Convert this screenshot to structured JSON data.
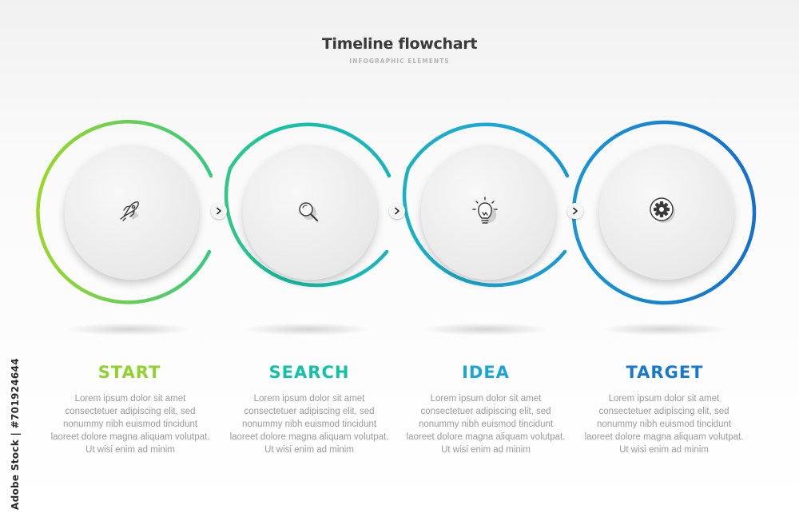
{
  "header": {
    "title": "Timeline flowchart",
    "subtitle": "INFOGRAPHIC ELEMENTS"
  },
  "steps": [
    {
      "label": "START",
      "icon": "rocket-icon",
      "color": "#8fd32b",
      "text": "Lorem ipsum dolor sit amet consectetuer adipiscing elit, sed nonummy nibh euismod tincidunt laoreet dolore magna aliquam volutpat. Ut wisi enim ad minim"
    },
    {
      "label": "SEARCH",
      "icon": "magnifier-icon",
      "color": "#12c2a6",
      "text": "Lorem ipsum dolor sit amet consectetuer adipiscing elit, sed nonummy nibh euismod tincidunt laoreet dolore magna aliquam volutpat. Ut wisi enim ad minim"
    },
    {
      "label": "IDEA",
      "icon": "lightbulb-icon",
      "color": "#19a6d4",
      "text": "Lorem ipsum dolor sit amet consectetuer adipiscing elit, sed nonummy nibh euismod tincidunt laoreet dolore magna aliquam volutpat. Ut wisi enim ad minim"
    },
    {
      "label": "TARGET",
      "icon": "gear-icon",
      "color": "#1778cf",
      "text": "Lorem ipsum dolor sit amet consectetuer adipiscing elit, sed nonummy nibh euismod tincidunt laoreet dolore magna aliquam volutpat. Ut wisi enim ad minim"
    }
  ],
  "side_credit": "Adobe Stock | #701924644"
}
